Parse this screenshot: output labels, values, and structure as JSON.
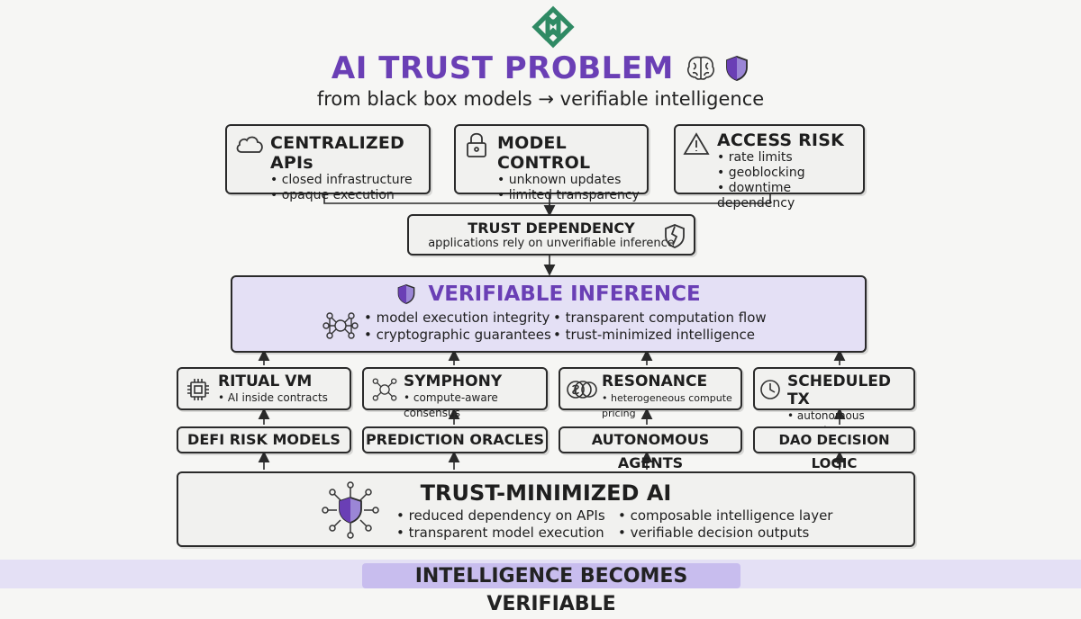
{
  "header": {
    "title": "AI TRUST PROBLEM",
    "subtitle": "from black box models → verifiable intelligence",
    "logo": "knot-logo",
    "title_icons": [
      "brain-icon",
      "shield-icon"
    ]
  },
  "colors": {
    "accent": "#6a3fb5",
    "purple_fill": "#e4e0f5",
    "logo_green": "#2f8a64",
    "box_fill": "#f1f1ef"
  },
  "top_boxes": [
    {
      "title": "CENTRALIZED APIs",
      "icon": "cloud-icon",
      "items": [
        "closed infrastructure",
        "opaque execution"
      ]
    },
    {
      "title": "MODEL CONTROL",
      "icon": "lock-icon",
      "items": [
        "unknown updates",
        "limited transparency"
      ]
    },
    {
      "title": "ACCESS RISK",
      "icon": "warning-icon",
      "items": [
        "rate limits",
        "geoblocking",
        "downtime dependency"
      ]
    }
  ],
  "trust_dependency": {
    "title": "TRUST DEPENDENCY",
    "subtitle": "applications rely on unverifiable inference",
    "icon": "broken-shield-icon"
  },
  "verifiable_inference": {
    "title": "VERIFIABLE INFERENCE",
    "icons": [
      "shield-icon",
      "network-icon"
    ],
    "items": [
      "model execution integrity",
      "transparent computation flow",
      "cryptographic guarantees",
      "trust-minimized intelligence"
    ]
  },
  "components": [
    {
      "title": "RITUAL VM",
      "icon": "chip-icon",
      "item": "AI inside contracts"
    },
    {
      "title": "SYMPHONY",
      "icon": "network-icon",
      "item": "compute-aware consensus"
    },
    {
      "title": "RESONANCE",
      "icon": "coins-icon",
      "item": "heterogeneous compute pricing"
    },
    {
      "title": "SCHEDULED TX",
      "icon": "clock-icon",
      "item": "autonomous execution"
    }
  ],
  "use_cases": [
    "DEFI RISK MODELS",
    "PREDICTION ORACLES",
    "AUTONOMOUS AGENTS",
    "DAO DECISION LOGIC"
  ],
  "trust_minimized": {
    "title": "TRUST-MINIMIZED AI",
    "icon": "shield-network-icon",
    "items": [
      "reduced dependency on APIs",
      "composable intelligence layer",
      "transparent model execution",
      "verifiable decision outputs"
    ]
  },
  "footer": {
    "banner": "INTELLIGENCE BECOMES VERIFIABLE"
  }
}
